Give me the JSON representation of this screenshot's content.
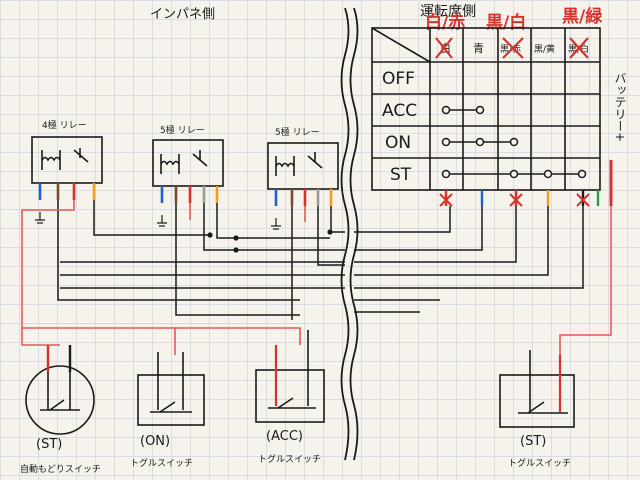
{
  "labels": {
    "inpane_side": "インパネ側",
    "driver_side": "運転席側",
    "battery": "バッテリー+"
  },
  "top_colors": {
    "white_red": "白/赤",
    "black_white": "黒/白",
    "black_green": "黒/緑"
  },
  "table": {
    "headers": [
      "白",
      "青",
      "黒/赤",
      "黒/黄",
      "黒/白"
    ],
    "rows": [
      "OFF",
      "ACC",
      "ON",
      "ST"
    ]
  },
  "relays": [
    {
      "label": "4極 リレー"
    },
    {
      "label": "5極 リレー"
    },
    {
      "label": "5極 リレー"
    }
  ],
  "switches": [
    {
      "mode": "(ST)",
      "type": "自動もどりスイッチ"
    },
    {
      "mode": "(ON)",
      "type": "トグルスイッチ"
    },
    {
      "mode": "(ACC)",
      "type": "トグルスイッチ"
    },
    {
      "mode": "(ST)",
      "type": "トグルスイッチ"
    }
  ],
  "colors": {
    "ink": "#1a1a1a",
    "red_wire": "#e25b57",
    "red_text": "#d8322c",
    "blue": "#2060d0",
    "orange": "#f0a020",
    "green": "#2a9a3a",
    "brown": "#7a4a2a",
    "gray": "#9a9a9a"
  }
}
